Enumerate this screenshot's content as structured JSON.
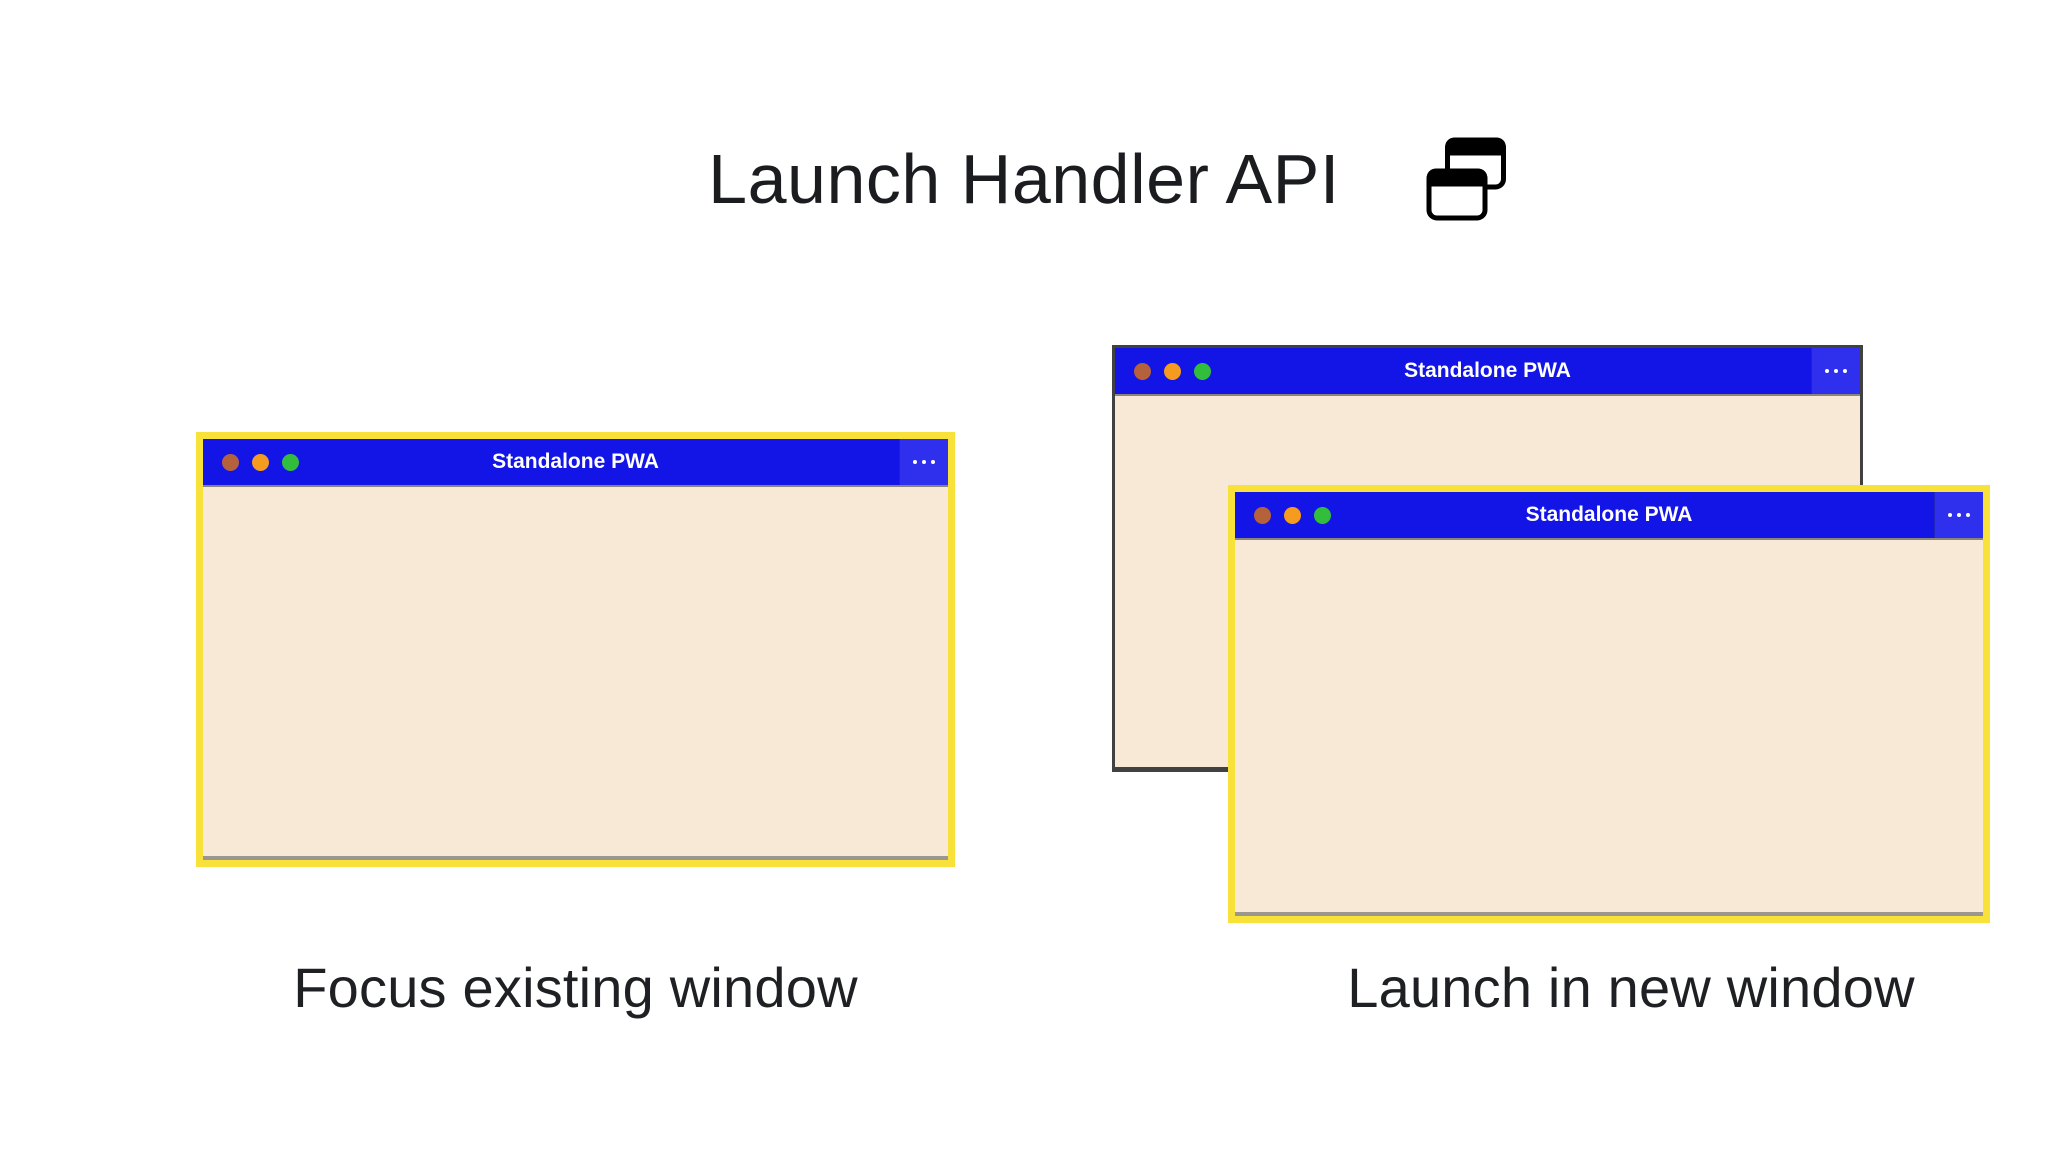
{
  "header": {
    "title": "Launch Handler API",
    "icon": "overlapping-windows-icon"
  },
  "left_example": {
    "caption": "Focus existing window",
    "window": {
      "title": "Standalone PWA",
      "highlighted": true,
      "controls": [
        "close-dot",
        "minimize-dot",
        "zoom-dot"
      ],
      "menu_icon": "ellipsis-icon"
    }
  },
  "right_example": {
    "caption": "Launch in new window",
    "back_window": {
      "title": "Standalone PWA",
      "highlighted": false,
      "controls": [
        "close-dot",
        "minimize-dot",
        "zoom-dot"
      ],
      "menu_icon": "ellipsis-icon"
    },
    "front_window": {
      "title": "Standalone PWA",
      "highlighted": true,
      "controls": [
        "close-dot",
        "minimize-dot",
        "zoom-dot"
      ],
      "menu_icon": "ellipsis-icon"
    }
  },
  "colors": {
    "titlebar_blue": "#1315e6",
    "menu_button_blue": "#2e30ee",
    "window_body_cream": "#f8e9d7",
    "highlight_yellow": "#f8e23a",
    "back_window_border": "#414141",
    "traffic_red": "#b5613c",
    "traffic_orange": "#f59b1f",
    "traffic_green": "#32bd3d",
    "text_black": "#1b1c1f",
    "titlebar_text": "#ffffff",
    "page_background": "#ffffff"
  }
}
